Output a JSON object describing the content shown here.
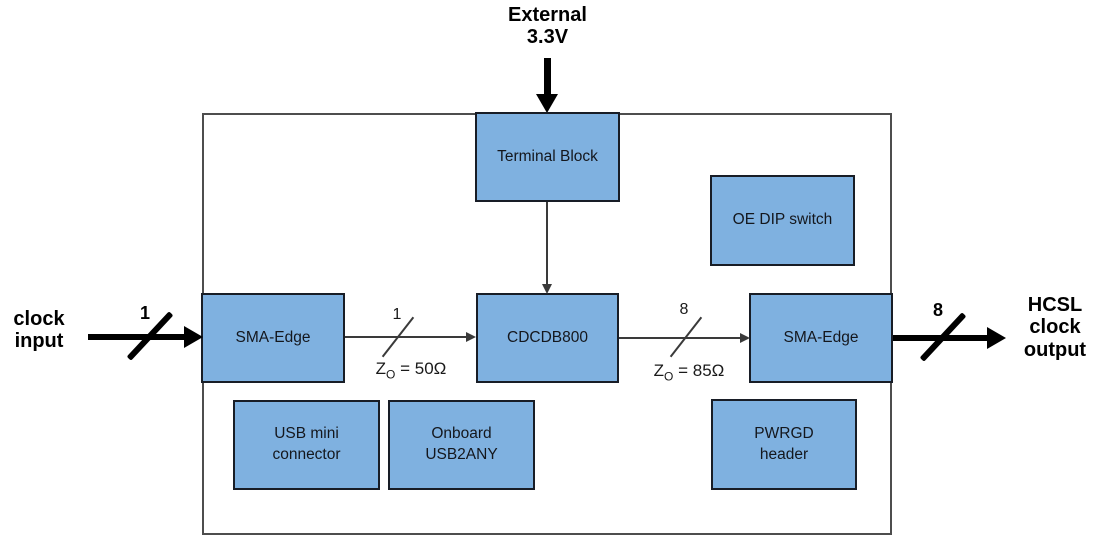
{
  "diagram": {
    "title_context": "CDCDB800 evaluation board block diagram",
    "external_supply": {
      "line1": "External",
      "line2": "3.3V"
    },
    "clock_input": {
      "line1": "clock",
      "line2": "input"
    },
    "clock_output": {
      "line1": "HCSL",
      "line2": "clock",
      "line3": "output"
    },
    "blocks": {
      "terminal_block": "Terminal Block",
      "oe_dip_switch": "OE DIP switch",
      "sma_edge_in": "SMA-Edge",
      "cdcdb800": "CDCDB800",
      "sma_edge_out": "SMA-Edge",
      "usb_mini": {
        "line1": "USB mini",
        "line2": "connector"
      },
      "onboard_usb2any": {
        "line1": "Onboard",
        "line2": "USB2ANY"
      },
      "pwrgd_header": {
        "line1": "PWRGD",
        "line2": "header"
      }
    },
    "buses": {
      "input_width": "1",
      "input_to_chip_width": "1",
      "input_impedance": {
        "base": "Z",
        "sub": "O",
        "rest": " = 50Ω"
      },
      "chip_to_output_width": "8",
      "output_impedance": {
        "base": "Z",
        "sub": "O",
        "rest": " = 85Ω"
      },
      "output_width": "8"
    },
    "colors": {
      "block_fill": "#7fb1e0",
      "block_border": "#181d26",
      "board_border": "#4d4d4d",
      "thin_line": "#3a3a3a",
      "bold_arrow": "#000000"
    }
  }
}
